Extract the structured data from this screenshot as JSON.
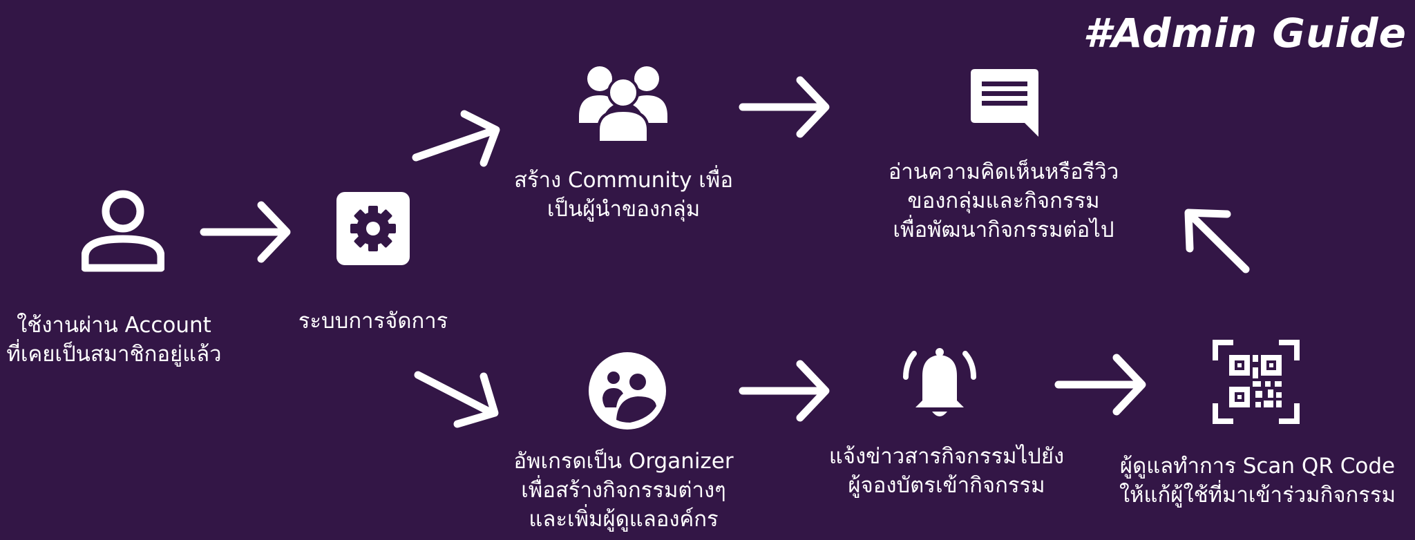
{
  "header": {
    "title": "#Admin Guide"
  },
  "steps": {
    "account": {
      "icon": "user-icon",
      "lines": [
        "ใช้งานผ่าน Account",
        "ที่เคยเป็นสมาชิกอยู่แล้ว"
      ]
    },
    "system": {
      "icon": "gear-icon",
      "lines": [
        "ระบบการจัดการ"
      ]
    },
    "community": {
      "icon": "group-icon",
      "lines": [
        "สร้าง Community เพื่อ",
        "เป็นผู้นำของกลุ่ม"
      ]
    },
    "reviews": {
      "icon": "comment-icon",
      "lines": [
        "อ่านความคิดเห็นหรือรีวิว",
        "ของกลุ่มและกิจกรรม",
        "เพื่อพัฒนากิจกรรมต่อไป"
      ]
    },
    "organizer": {
      "icon": "organizer-icon",
      "lines": [
        "อัพเกรดเป็น Organizer",
        "เพื่อสร้างกิจกรรมต่างๆ",
        "และเพิ่มผู้ดูแลองค์กร"
      ]
    },
    "notify": {
      "icon": "bell-icon",
      "lines": [
        "แจ้งข่าวสารกิจกรรมไปยัง",
        "ผู้จองบัตรเข้ากิจกรรม"
      ]
    },
    "scan": {
      "icon": "qr-code-icon",
      "lines": [
        "ผู้ดูแลทำการ Scan QR Code",
        "ให้แก้ผู้ใช้ที่มาเข้าร่วมกิจกรรม"
      ]
    }
  },
  "colors": {
    "background": "#331646",
    "foreground": "#ffffff"
  }
}
